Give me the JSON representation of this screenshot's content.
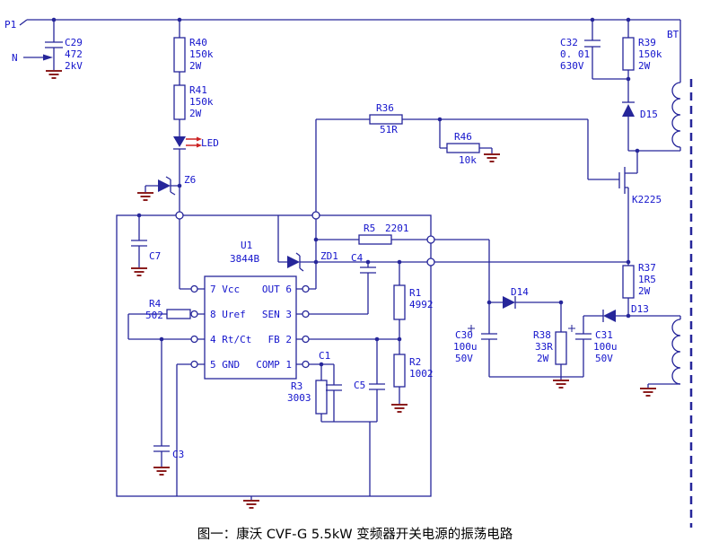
{
  "caption": "图一：康沃 CVF-G 5.5kW 变频器开关电源的振荡电路",
  "colors": {
    "wire": "#26269a",
    "label": "#1414cc",
    "ground": "#8c1f1f",
    "led_arrows": "#cc2222",
    "background": "#ffffff",
    "caption_text": "#000000"
  },
  "terminals": {
    "p1": "P1",
    "n": "N",
    "bt": "BT"
  },
  "ic": {
    "ref": "U1",
    "part": "3844B",
    "pins_left": [
      "7  Vcc",
      "8  Uref",
      "4  Rt/Ct",
      "5  GND"
    ],
    "pins_right": [
      "OUT 6",
      "SEN 3",
      "FB  2",
      "COMP 1"
    ]
  },
  "components": {
    "c29": {
      "ref": "C29",
      "v1": "472",
      "v2": "2kV"
    },
    "r40": {
      "ref": "R40",
      "v1": "150k",
      "v2": "2W"
    },
    "r41": {
      "ref": "R41",
      "v1": "150k",
      "v2": "2W"
    },
    "led": {
      "ref": "LED"
    },
    "z6": {
      "ref": "Z6"
    },
    "c7": {
      "ref": "C7"
    },
    "r4": {
      "ref": "R4",
      "v1": "502"
    },
    "zd1": {
      "ref": "ZD1"
    },
    "r5": {
      "ref": "R5",
      "v1": "2201"
    },
    "c4": {
      "ref": "C4"
    },
    "r1": {
      "ref": "R1",
      "v1": "4992"
    },
    "r2": {
      "ref": "R2",
      "v1": "1002"
    },
    "c1": {
      "ref": "C1"
    },
    "c5": {
      "ref": "C5"
    },
    "r3": {
      "ref": "R3",
      "v1": "3003"
    },
    "c3": {
      "ref": "C3"
    },
    "r36": {
      "ref": "R36",
      "v1": "51R"
    },
    "r46": {
      "ref": "R46",
      "v1": "10k"
    },
    "c32": {
      "ref": "C32",
      "v1": "0. 01",
      "v2": "630V"
    },
    "r39": {
      "ref": "R39",
      "v1": "150k",
      "v2": "2W"
    },
    "d15": {
      "ref": "D15"
    },
    "q1": {
      "ref": "K2225"
    },
    "r37": {
      "ref": "R37",
      "v1": "1R5",
      "v2": "2W"
    },
    "d14": {
      "ref": "D14"
    },
    "d13": {
      "ref": "D13"
    },
    "c30": {
      "ref": "C30",
      "v1": "100u",
      "v2": "50V"
    },
    "r38": {
      "ref": "R38",
      "v1": "33R",
      "v2": "2W"
    },
    "c31": {
      "ref": "C31",
      "v1": "100u",
      "v2": "50V"
    }
  }
}
